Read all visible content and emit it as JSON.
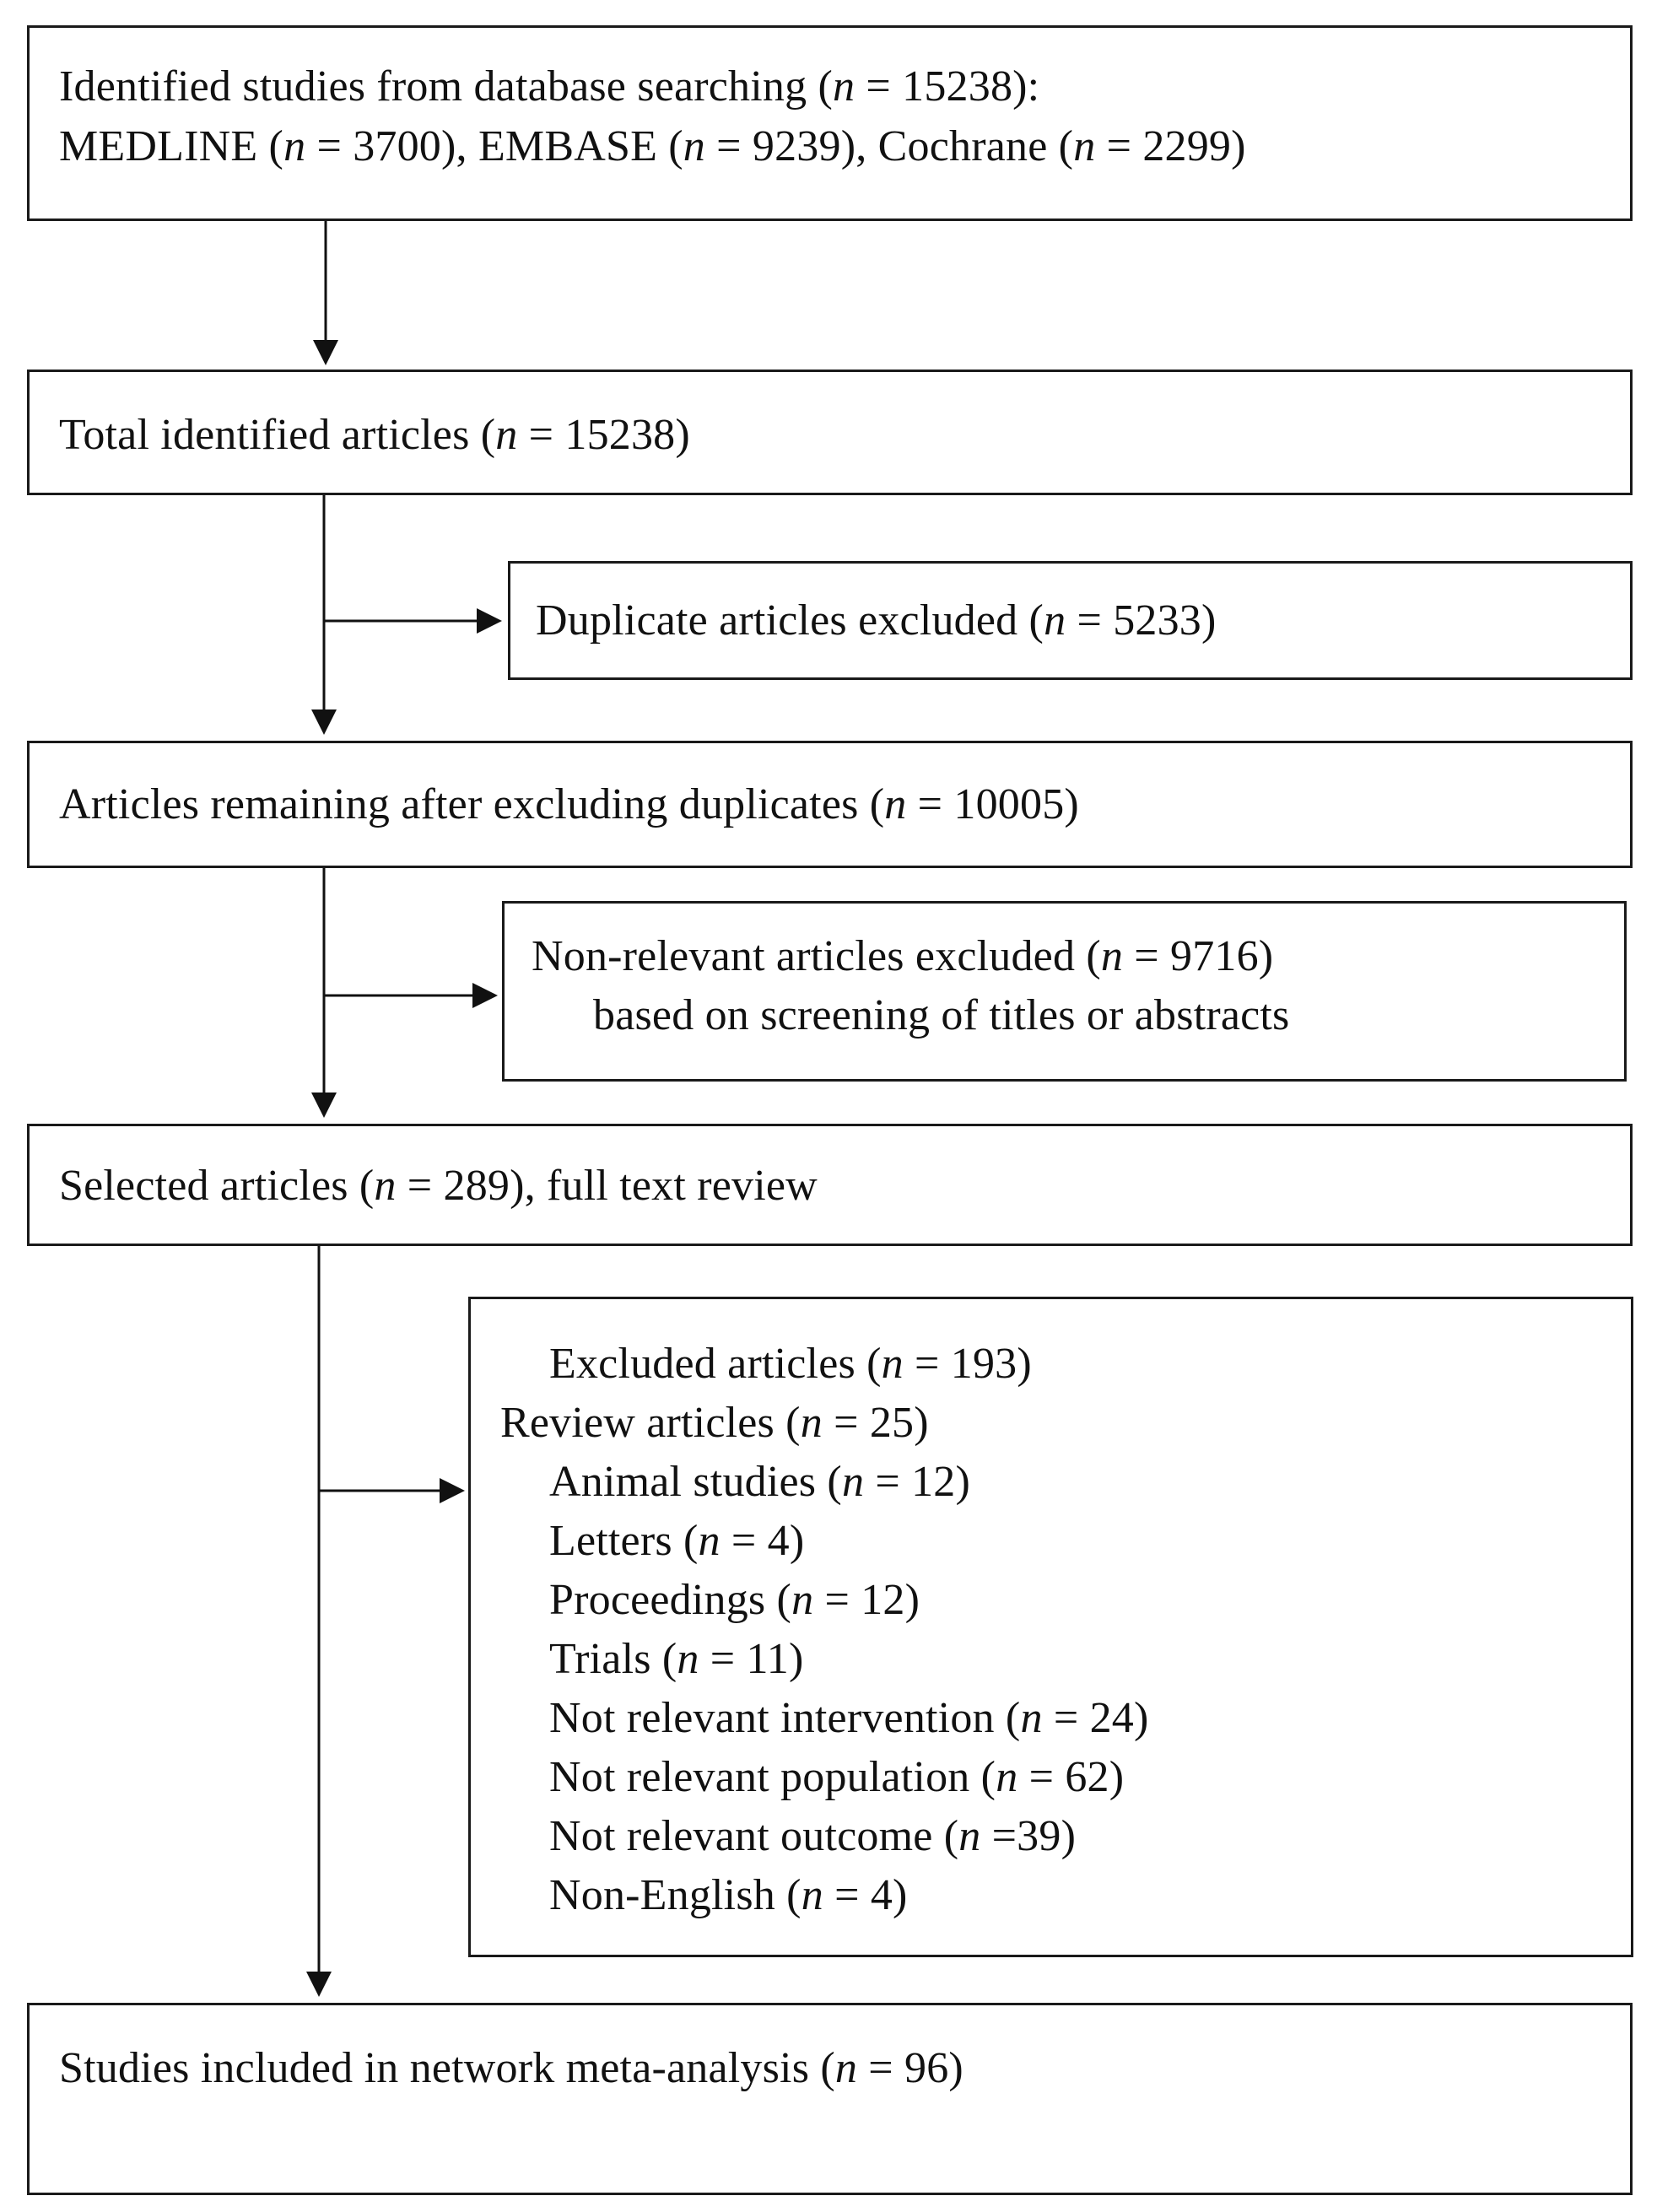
{
  "boxes": {
    "identified": {
      "line1": {
        "pre": "Identified studies from database searching (",
        "n": "n",
        "post": " = 15238):"
      },
      "line2": [
        {
          "pre": "MEDLINE (",
          "n": "n",
          "post": " = 3700), "
        },
        {
          "pre": "EMBASE (",
          "n": "n",
          "post": " = 9239), "
        },
        {
          "pre": "Cochrane (",
          "n": "n",
          "post": " = 2299)"
        }
      ]
    },
    "total": {
      "pre": "Total identified articles (",
      "n": "n",
      "post": " = 15238)"
    },
    "duplicates": {
      "pre": "Duplicate articles excluded (",
      "n": "n",
      "post": " = 5233)"
    },
    "remaining": {
      "pre": "Articles remaining after excluding duplicates (",
      "n": "n",
      "post": " = 10005)"
    },
    "nonrelevant": {
      "line1": {
        "pre": "Non-relevant articles excluded (",
        "n": "n",
        "post": " = 9716)"
      },
      "line2": "based on screening of titles or abstracts"
    },
    "selected": {
      "pre": "Selected articles (",
      "n": "n",
      "post": " = 289), full text review"
    },
    "excluded": {
      "items": [
        {
          "pre": "Excluded articles (",
          "n": "n",
          "post": " = 193)"
        },
        {
          "pre": "Review articles (",
          "n": "n",
          "post": " = 25)"
        },
        {
          "pre": "Animal studies (",
          "n": "n",
          "post": " = 12)"
        },
        {
          "pre": "Letters (",
          "n": "n",
          "post": " = 4)"
        },
        {
          "pre": "Proceedings (",
          "n": "n",
          "post": " = 12)"
        },
        {
          "pre": "Trials (",
          "n": "n",
          "post": " = 11)"
        },
        {
          "pre": "Not relevant intervention (",
          "n": "n",
          "post": " = 24)"
        },
        {
          "pre": "Not relevant population (",
          "n": "n",
          "post": " = 62)"
        },
        {
          "pre": "Not relevant outcome (",
          "n": "n",
          "post": " =39)"
        },
        {
          "pre": "Non-English (",
          "n": "n",
          "post": " = 4)"
        }
      ]
    },
    "included": {
      "pre": "Studies included in network meta-analysis (",
      "n": "n",
      "post": " = 96)"
    }
  }
}
